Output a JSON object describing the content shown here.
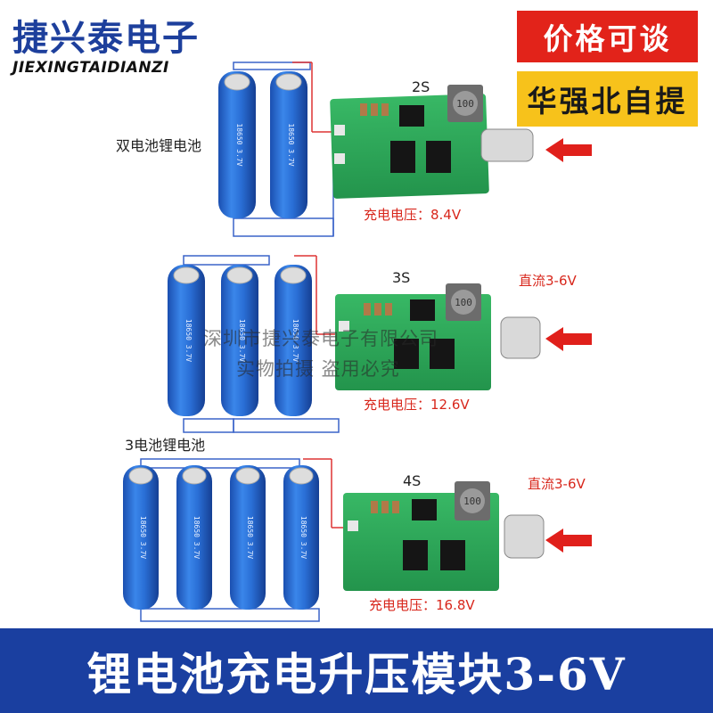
{
  "brand": {
    "name_cn": "捷兴泰电子",
    "name_en": "JIEXINGTAIDIANZI"
  },
  "badges": {
    "price": "价格可谈",
    "pickup": "华强北自提"
  },
  "labels": {
    "dual_battery": "双电池锂电池",
    "triple_battery": "3电池锂电池",
    "cfg_2s": "2S",
    "cfg_3s": "3S",
    "cfg_4s": "4S",
    "dc_in_3s": "直流3-6V",
    "dc_in_4s": "直流3-6V"
  },
  "charge_voltage": {
    "v_2s": "充电电压：8.4V",
    "v_3s": "充电电压：12.6V",
    "v_4s": "充电电压：16.8V"
  },
  "battery_print": "18650 3.7V",
  "inductor_marking": "100",
  "watermark": {
    "line1": "深圳市捷兴泰电子有限公司",
    "line2": "实物拍摄 盗用必究"
  },
  "footer": {
    "title": "锂电池充电升压模块3-6V"
  },
  "colors": {
    "brand_blue": "#1d3f9c",
    "footer_blue": "#1a3fa0",
    "badge_red": "#e2231a",
    "badge_yellow": "#f7c21b",
    "pcb_green": "#2fa85a",
    "battery_blue": "#2a6fd6",
    "arrow_red": "#e0201b"
  }
}
